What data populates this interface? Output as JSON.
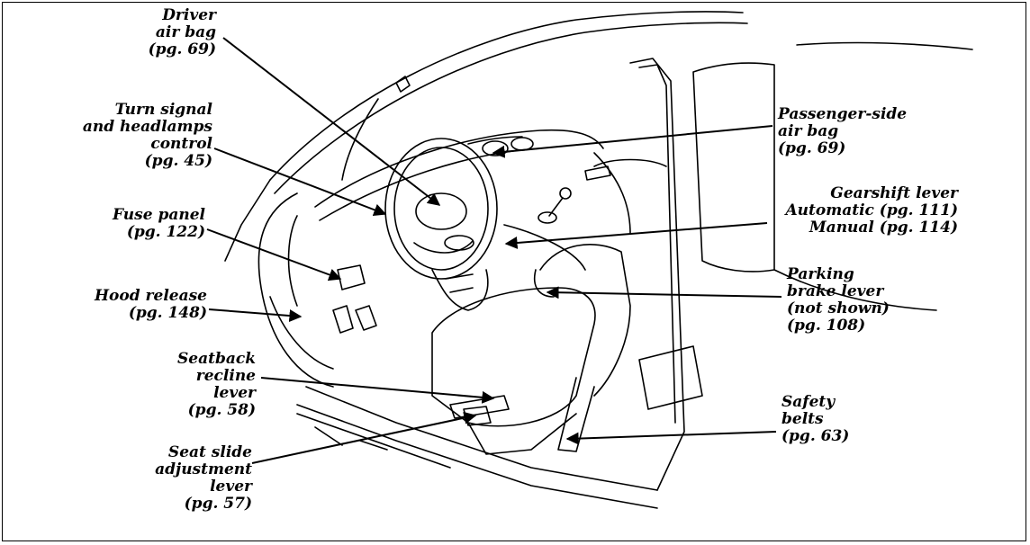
{
  "callouts": {
    "driver_air_bag": [
      "Driver",
      "air bag",
      "(pg. 69)"
    ],
    "turn_signal": [
      "Turn signal",
      "and headlamps",
      "control",
      "(pg. 45)"
    ],
    "fuse_panel": [
      "Fuse panel",
      "(pg. 122)"
    ],
    "hood_release": [
      "Hood release",
      "(pg. 148)"
    ],
    "seatback_recline": [
      "Seatback",
      "recline",
      "lever",
      "(pg. 58)"
    ],
    "seat_slide": [
      "Seat slide",
      "adjustment",
      "lever",
      "(pg. 57)"
    ],
    "passenger_air_bag": [
      "Passenger-side",
      "air bag",
      "(pg. 69)"
    ],
    "gearshift": [
      "Gearshift lever",
      "Automatic (pg. 111)",
      "Manual (pg. 114)"
    ],
    "parking_brake": [
      "Parking",
      "brake lever",
      "(not shown)",
      "(pg. 108)"
    ],
    "safety_belts": [
      "Safety",
      "belts",
      "(pg. 63)"
    ]
  }
}
